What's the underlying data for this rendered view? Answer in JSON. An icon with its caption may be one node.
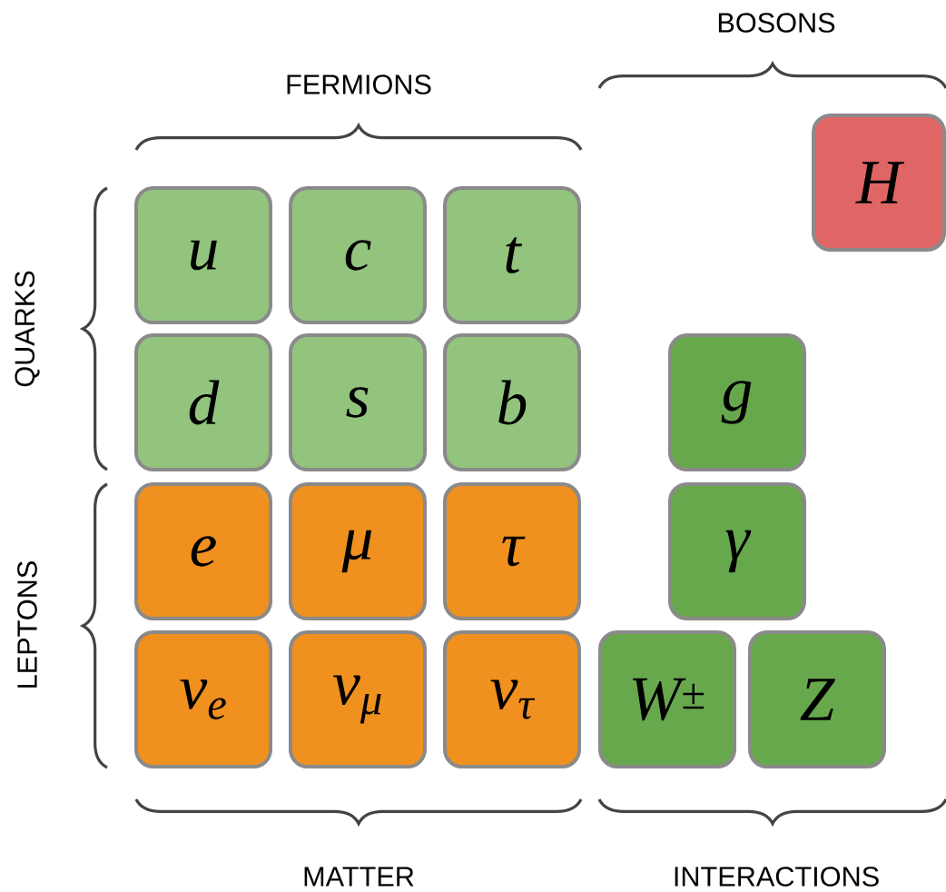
{
  "diagram": {
    "nodes": [
      {
        "text": [
          "u"
        ]
      },
      {
        "text": [
          "c"
        ]
      },
      {
        "text": [
          "t"
        ]
      },
      {
        "text": [
          "d"
        ]
      },
      {
        "text": [
          "s"
        ]
      },
      {
        "text": [
          "b"
        ]
      },
      {
        "text": [
          "e"
        ]
      },
      {
        "text": [
          "μ"
        ]
      },
      {
        "text": [
          "τ"
        ]
      },
      {
        "text": [
          "ν$_{e}$"
        ]
      },
      {
        "text": [
          "ν$_{μ}$"
        ]
      },
      {
        "text": [
          "ν$_{τ}$"
        ]
      },
      {
        "text": [
          "H"
        ]
      },
      {
        "text": [
          "g"
        ]
      },
      {
        "text": [
          "γ"
        ]
      },
      {
        "text": [
          "W$^{±}$"
        ]
      },
      {
        "text": [
          "Z"
        ]
      }
    ],
    "labels": [
      "BOSONS",
      "FERMIONS",
      "QUARKS",
      "LEPTONS",
      "MATTER",
      "INTERACTIONS"
    ]
  }
}
